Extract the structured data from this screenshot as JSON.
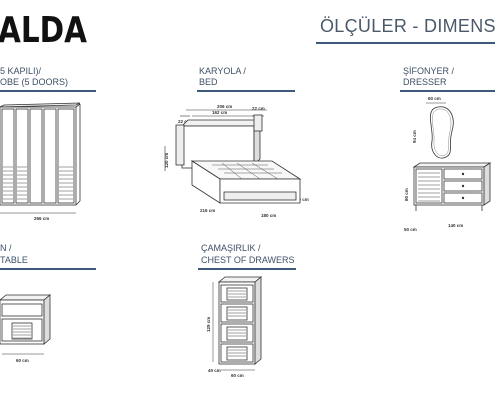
{
  "header": {
    "brand": "ALDA",
    "dimensions_title": "ÖLÇÜLER - DIMENSI"
  },
  "wardrobe": {
    "line1": "5 KAPILI)/",
    "line2": "OBE (5 DOORS)",
    "width": "266 cm"
  },
  "bed": {
    "line1": "KARYOLA /",
    "line2": "BED",
    "dim_top_outer": "206 cm",
    "dim_top_inner": "162 cm",
    "dim_top_left": "22 cm",
    "dim_top_right": "22 cm",
    "dim_height": "120 cm",
    "dim_depth": "216 cm",
    "dim_width": "180 cm",
    "dim_side": "30 cm"
  },
  "dresser": {
    "line1": "ŞİFONYER /",
    "line2": "DRESSER",
    "mirror_width": "60 cm",
    "mirror_height": "94 cm",
    "height": "80 cm",
    "depth": "50 cm",
    "width": "140 cm"
  },
  "nightstand": {
    "line1": "N /",
    "line2": "TABLE",
    "width": "60 cm"
  },
  "chest": {
    "line1": "ÇAMAŞIRLIK /",
    "line2": "CHEST OF DRAWERS",
    "height": "129 cm",
    "depth": "40 cm",
    "width": "60 cm"
  }
}
